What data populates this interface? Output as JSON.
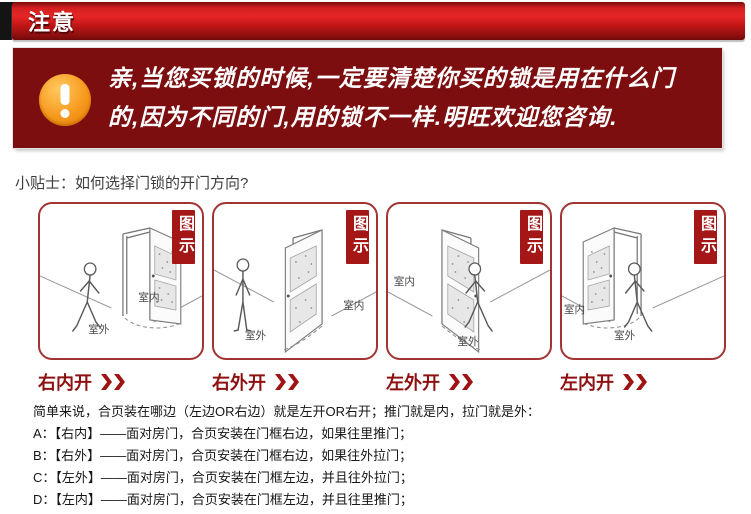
{
  "colors": {
    "header_red": "#d42020",
    "banner_bg": "#7c0e10",
    "badge_red": "#a51717",
    "direction_red": "#8e1111",
    "warn_orange": "#f79a1e"
  },
  "header": {
    "title": "注意"
  },
  "notice": {
    "icon": "exclamation-icon",
    "lines": [
      "亲,当您买锁的时候,一定要清楚你买的锁是用在什么门",
      "的,因为不同的门,用的锁不一样.明旺欢迎您咨询."
    ]
  },
  "tip": {
    "text": "小贴士：如何选择门锁的开门方向?"
  },
  "panels": [
    {
      "badge": "图示",
      "indoor": "室内",
      "outdoor": "室外",
      "direction": "右内开"
    },
    {
      "badge": "图示",
      "indoor": "室内",
      "outdoor": "室外",
      "direction": "右外开"
    },
    {
      "badge": "图示",
      "indoor": "室内",
      "outdoor": "室外",
      "direction": "左外开"
    },
    {
      "badge": "图示",
      "indoor": "室内",
      "outdoor": "室外",
      "direction": "左内开"
    }
  ],
  "explain": {
    "intro": "简单来说，合页装在哪边（左边OR右边）就是左开OR右开；推门就是内，拉门就是外：",
    "items": [
      "A：【右内】——面对房门，合页安装在门框右边，如果往里推门；",
      "B：【右外】——面对房门，合页安装在门框右边，如果往外拉门；",
      "C：【左外】——面对房门，合页安装在门框左边，并且往外拉门；",
      "D：【左内】——面对房门，合页安装在门框左边，并且往里推门；"
    ]
  }
}
